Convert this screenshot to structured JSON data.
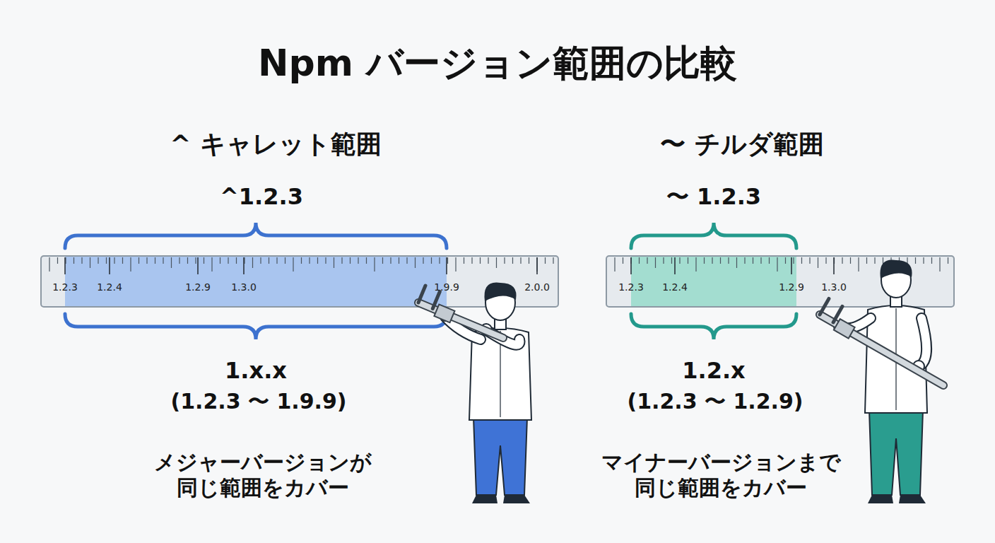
{
  "diagram": {
    "title": "Npm バージョン範囲の比較",
    "nodes": [
      {
        "text": [
          "1.2.3",
          "1.2.4",
          "1.2.9",
          "1.3.0",
          "1.9.9",
          "2.0.0"
        ]
      },
      {
        "text": [
          "1.2.3",
          "1.2.4",
          "1.2.9",
          "1.3.0"
        ]
      }
    ],
    "labels": [
      "^ キャレット範囲",
      "^1.2.3",
      "1.x.x",
      "(1.2.3 〜 1.9.9)",
      "メジャーバージョンが 同じ範囲をカバー",
      "〜 チルダ範囲",
      "〜 1.2.3",
      "1.2.x",
      "(1.2.3 〜 1.2.9)",
      "マイナーバージョンまで 同じ範囲をカバー"
    ]
  }
}
